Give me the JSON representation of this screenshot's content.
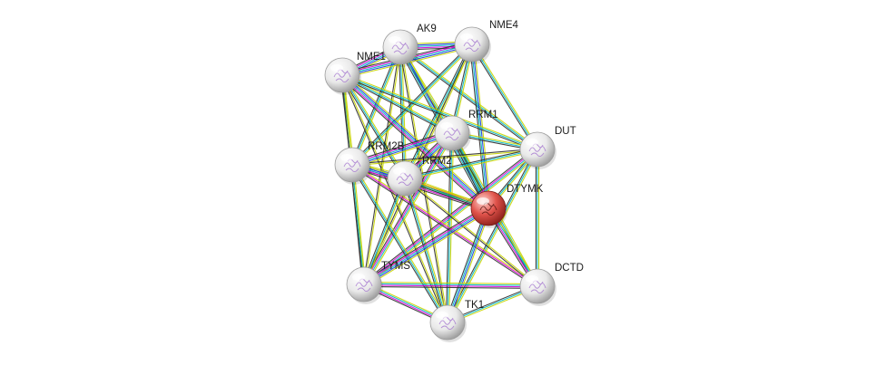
{
  "colors": {
    "node_default": "#e8e8e8",
    "node_query": "#d9403a",
    "edge_palette": [
      "#c8d400",
      "#1b3ee0",
      "#00b7c4",
      "#d800d8",
      "#2f2f2f",
      "#1fa84a",
      "#e0a000"
    ]
  },
  "network": {
    "nodes": [
      {
        "id": "AK9",
        "label": "AK9"
      },
      {
        "id": "NME4",
        "label": "NME4"
      },
      {
        "id": "NME1",
        "label": "NME1"
      },
      {
        "id": "RRM1",
        "label": "RRM1"
      },
      {
        "id": "DUT",
        "label": "DUT"
      },
      {
        "id": "RRM2B",
        "label": "RRM2B"
      },
      {
        "id": "RRM2",
        "label": "RRM2"
      },
      {
        "id": "DTYMK",
        "label": "DTYMK",
        "query": true
      },
      {
        "id": "TYMS",
        "label": "TYMS"
      },
      {
        "id": "DCTD",
        "label": "DCTD"
      },
      {
        "id": "TK1",
        "label": "TK1"
      }
    ],
    "edges": [
      {
        "from": "AK9",
        "to": "NME4",
        "types": [
          "#c8d400",
          "#1b3ee0",
          "#00b7c4",
          "#d800d8",
          "#2f2f2f"
        ]
      },
      {
        "from": "AK9",
        "to": "NME1",
        "types": [
          "#c8d400",
          "#1b3ee0",
          "#00b7c4",
          "#d800d8",
          "#2f2f2f"
        ]
      },
      {
        "from": "AK9",
        "to": "RRM1",
        "types": [
          "#c8d400",
          "#00b7c4",
          "#2f2f2f"
        ]
      },
      {
        "from": "AK9",
        "to": "DUT",
        "types": [
          "#c8d400",
          "#00b7c4",
          "#2f2f2f"
        ]
      },
      {
        "from": "AK9",
        "to": "RRM2B",
        "types": [
          "#c8d400",
          "#00b7c4",
          "#2f2f2f"
        ]
      },
      {
        "from": "AK9",
        "to": "RRM2",
        "types": [
          "#c8d400",
          "#00b7c4",
          "#2f2f2f"
        ]
      },
      {
        "from": "AK9",
        "to": "DTYMK",
        "types": [
          "#c8d400",
          "#1b3ee0",
          "#00b7c4",
          "#2f2f2f"
        ]
      },
      {
        "from": "AK9",
        "to": "TYMS",
        "types": [
          "#c8d400",
          "#2f2f2f"
        ]
      },
      {
        "from": "AK9",
        "to": "TK1",
        "types": [
          "#c8d400",
          "#2f2f2f"
        ]
      },
      {
        "from": "NME4",
        "to": "NME1",
        "types": [
          "#c8d400",
          "#1b3ee0",
          "#00b7c4",
          "#d800d8",
          "#2f2f2f"
        ]
      },
      {
        "from": "NME4",
        "to": "RRM1",
        "types": [
          "#c8d400",
          "#00b7c4",
          "#2f2f2f"
        ]
      },
      {
        "from": "NME4",
        "to": "DUT",
        "types": [
          "#c8d400",
          "#00b7c4",
          "#2f2f2f"
        ]
      },
      {
        "from": "NME4",
        "to": "RRM2B",
        "types": [
          "#c8d400",
          "#00b7c4",
          "#2f2f2f"
        ]
      },
      {
        "from": "NME4",
        "to": "RRM2",
        "types": [
          "#c8d400",
          "#00b7c4",
          "#2f2f2f"
        ]
      },
      {
        "from": "NME4",
        "to": "DTYMK",
        "types": [
          "#c8d400",
          "#1b3ee0",
          "#00b7c4",
          "#2f2f2f"
        ]
      },
      {
        "from": "NME4",
        "to": "TYMS",
        "types": [
          "#c8d400",
          "#2f2f2f"
        ]
      },
      {
        "from": "NME1",
        "to": "RRM1",
        "types": [
          "#c8d400",
          "#00b7c4",
          "#2f2f2f"
        ]
      },
      {
        "from": "NME1",
        "to": "DUT",
        "types": [
          "#c8d400",
          "#00b7c4",
          "#2f2f2f"
        ]
      },
      {
        "from": "NME1",
        "to": "RRM2B",
        "types": [
          "#c8d400",
          "#00b7c4",
          "#2f2f2f"
        ]
      },
      {
        "from": "NME1",
        "to": "RRM2",
        "types": [
          "#c8d400",
          "#00b7c4",
          "#2f2f2f"
        ]
      },
      {
        "from": "NME1",
        "to": "DTYMK",
        "types": [
          "#c8d400",
          "#1b3ee0",
          "#00b7c4",
          "#d800d8",
          "#2f2f2f"
        ]
      },
      {
        "from": "NME1",
        "to": "TYMS",
        "types": [
          "#c8d400",
          "#2f2f2f"
        ]
      },
      {
        "from": "NME1",
        "to": "TK1",
        "types": [
          "#c8d400",
          "#2f2f2f"
        ]
      },
      {
        "from": "RRM1",
        "to": "RRM2B",
        "types": [
          "#c8d400",
          "#1b3ee0",
          "#00b7c4",
          "#d800d8",
          "#2f2f2f"
        ]
      },
      {
        "from": "RRM1",
        "to": "RRM2",
        "types": [
          "#c8d400",
          "#1b3ee0",
          "#00b7c4",
          "#d800d8",
          "#2f2f2f"
        ]
      },
      {
        "from": "RRM1",
        "to": "DUT",
        "types": [
          "#c8d400",
          "#00b7c4",
          "#2f2f2f"
        ]
      },
      {
        "from": "RRM1",
        "to": "DTYMK",
        "types": [
          "#c8d400",
          "#1fa84a",
          "#00b7c4",
          "#2f2f2f"
        ]
      },
      {
        "from": "RRM1",
        "to": "TYMS",
        "types": [
          "#c8d400",
          "#00b7c4",
          "#d800d8",
          "#2f2f2f"
        ]
      },
      {
        "from": "RRM1",
        "to": "DCTD",
        "types": [
          "#c8d400",
          "#00b7c4",
          "#2f2f2f"
        ]
      },
      {
        "from": "RRM1",
        "to": "TK1",
        "types": [
          "#c8d400",
          "#00b7c4",
          "#2f2f2f"
        ]
      },
      {
        "from": "DUT",
        "to": "RRM2B",
        "types": [
          "#c8d400",
          "#2f2f2f"
        ]
      },
      {
        "from": "DUT",
        "to": "RRM2",
        "types": [
          "#c8d400",
          "#00b7c4",
          "#2f2f2f"
        ]
      },
      {
        "from": "DUT",
        "to": "DTYMK",
        "types": [
          "#c8d400",
          "#00b7c4",
          "#2f2f2f"
        ]
      },
      {
        "from": "DUT",
        "to": "TYMS",
        "types": [
          "#c8d400",
          "#00b7c4",
          "#d800d8",
          "#2f2f2f"
        ]
      },
      {
        "from": "DUT",
        "to": "DCTD",
        "types": [
          "#c8d400",
          "#00b7c4",
          "#2f2f2f"
        ]
      },
      {
        "from": "DUT",
        "to": "TK1",
        "types": [
          "#c8d400",
          "#00b7c4",
          "#2f2f2f"
        ]
      },
      {
        "from": "RRM2B",
        "to": "RRM2",
        "types": [
          "#c8d400",
          "#1b3ee0",
          "#00b7c4",
          "#d800d8",
          "#2f2f2f"
        ]
      },
      {
        "from": "RRM2B",
        "to": "DTYMK",
        "types": [
          "#c8d400",
          "#1b3ee0",
          "#00b7c4",
          "#d800d8",
          "#2f2f2f"
        ]
      },
      {
        "from": "RRM2B",
        "to": "TYMS",
        "types": [
          "#c8d400",
          "#00b7c4",
          "#2f2f2f"
        ]
      },
      {
        "from": "RRM2B",
        "to": "DCTD",
        "types": [
          "#c8d400",
          "#d800d8",
          "#2f2f2f"
        ]
      },
      {
        "from": "RRM2B",
        "to": "TK1",
        "types": [
          "#c8d400",
          "#00b7c4",
          "#2f2f2f"
        ]
      },
      {
        "from": "RRM2",
        "to": "DTYMK",
        "types": [
          "#c8d400",
          "#e0a000",
          "#1fa84a",
          "#2f2f2f"
        ]
      },
      {
        "from": "RRM2",
        "to": "TYMS",
        "types": [
          "#c8d400",
          "#00b7c4",
          "#2f2f2f"
        ]
      },
      {
        "from": "RRM2",
        "to": "DCTD",
        "types": [
          "#c8d400",
          "#2f2f2f"
        ]
      },
      {
        "from": "RRM2",
        "to": "TK1",
        "types": [
          "#c8d400",
          "#00b7c4",
          "#2f2f2f"
        ]
      },
      {
        "from": "DTYMK",
        "to": "TYMS",
        "types": [
          "#c8d400",
          "#1b3ee0",
          "#00b7c4",
          "#d800d8",
          "#2f2f2f"
        ]
      },
      {
        "from": "DTYMK",
        "to": "DCTD",
        "types": [
          "#c8d400",
          "#00b7c4",
          "#d800d8",
          "#2f2f2f"
        ]
      },
      {
        "from": "DTYMK",
        "to": "TK1",
        "types": [
          "#c8d400",
          "#1b3ee0",
          "#00b7c4",
          "#2f2f2f"
        ]
      },
      {
        "from": "TYMS",
        "to": "DCTD",
        "types": [
          "#c8d400",
          "#00b7c4",
          "#d800d8",
          "#2f2f2f"
        ]
      },
      {
        "from": "TYMS",
        "to": "TK1",
        "types": [
          "#c8d400",
          "#00b7c4",
          "#d800d8",
          "#2f2f2f"
        ]
      },
      {
        "from": "DCTD",
        "to": "TK1",
        "types": [
          "#c8d400",
          "#00b7c4",
          "#2f2f2f"
        ]
      }
    ]
  }
}
